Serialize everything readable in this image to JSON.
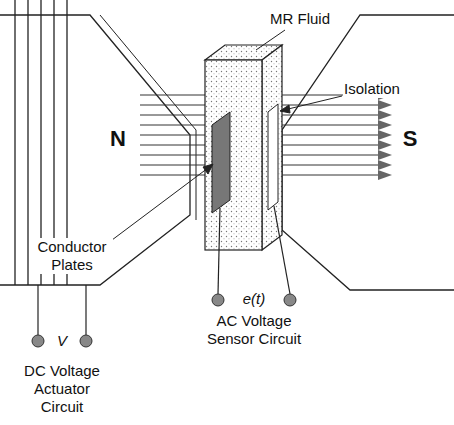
{
  "diagram": {
    "labels": [
      "MR Fluid",
      "Isolation",
      "N",
      "S",
      "Conductor Plates",
      "V",
      "DC Voltage Actuator Circuit",
      "e(t)",
      "AC Voltage Sensor Circuit"
    ]
  }
}
